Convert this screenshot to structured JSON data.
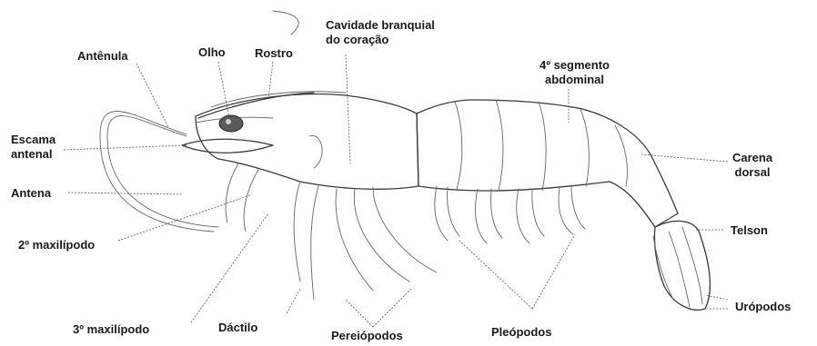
{
  "diagram": {
    "labels": {
      "antenula": "Antênula",
      "olho": "Olho",
      "rostro": "Rostro",
      "cavidade": "Cavidade branquial\ndo coração",
      "segmento": "4º segmento\nabdominal",
      "escama": "Escama\nantenal",
      "antena": "Antena",
      "carena": "Carena\ndorsal",
      "maxilipodo2": "2º maxilípodo",
      "telson": "Telson",
      "maxilipodo3": "3º maxilípodo",
      "dactilo": "Dáctilo",
      "pereiopodos": "Pereiópodos",
      "pleopodos": "Pleópodos",
      "uropodos": "Urópodos"
    }
  },
  "colors": {
    "ink": "#1a1a1a",
    "outline": "#3a3a3a",
    "background": "#ffffff"
  }
}
